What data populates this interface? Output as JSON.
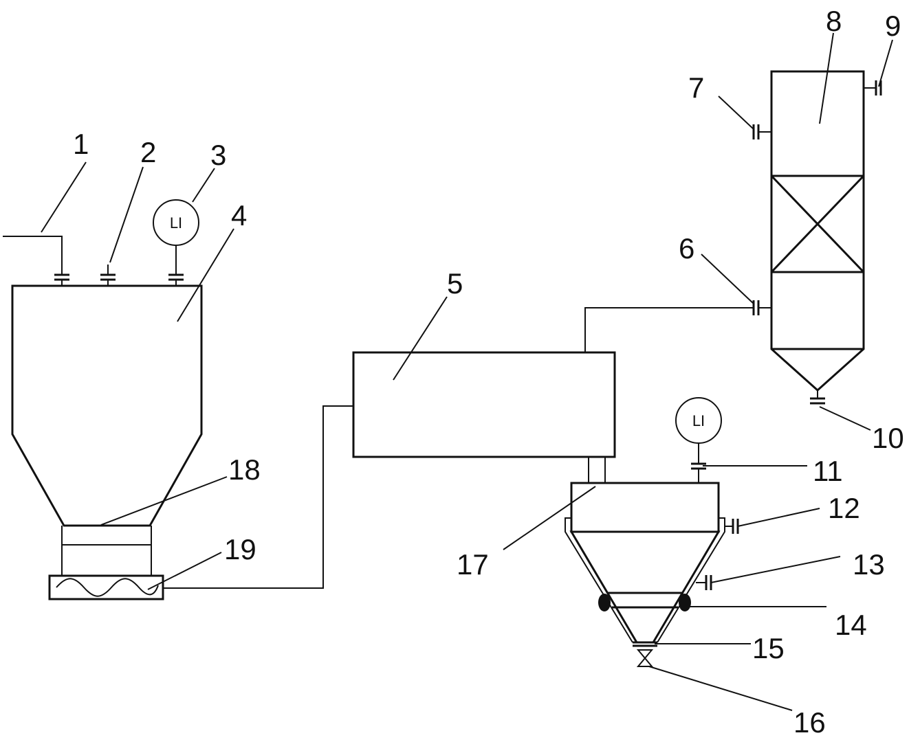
{
  "labels": {
    "l1": "1",
    "l2": "2",
    "l3": "3",
    "l4": "4",
    "l5": "5",
    "l6": "6",
    "l7": "7",
    "l8": "8",
    "l9": "9",
    "l10": "10",
    "l11": "11",
    "l12": "12",
    "l13": "13",
    "l14": "14",
    "l15": "15",
    "l16": "16",
    "l17": "17",
    "l18": "18",
    "l19": "19"
  },
  "gauges": {
    "g1": "LI",
    "g2": "LI"
  }
}
